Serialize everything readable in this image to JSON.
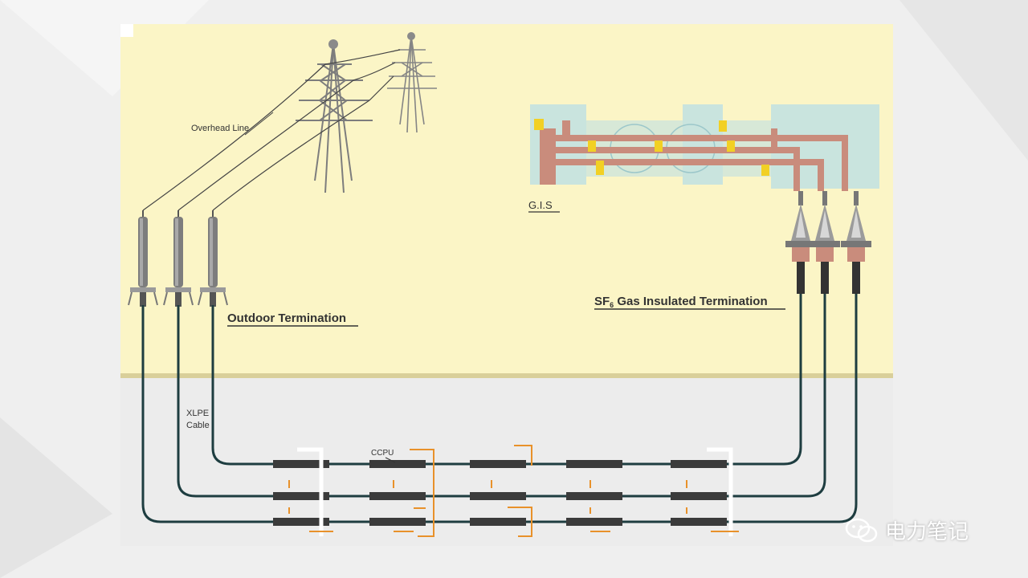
{
  "title": "High-voltage XLPE cable system connecting an overhead line to a G.I.S",
  "labels": {
    "overhead_line": "Overhead Line",
    "gis": "G.I.S",
    "outdoor_termination": "Outdoor Termination",
    "sf6_prefix": "SF",
    "sf6_sub": "6",
    "sf6_rest": " Gas Insulated Termination",
    "xlpe_line1": "XLPE",
    "xlpe_line2": "Cable",
    "ccpu": "CCPU"
  },
  "watermark": {
    "text": "电力笔记",
    "icon": "wechat-icon"
  },
  "colors": {
    "above_ground": "#fbf5c6",
    "below_ground": "#ececec",
    "ground_line": "#d9cf9a",
    "cable": "#1e3d40",
    "ccpu": "#e8912a",
    "gis_bus": "#c98c7c",
    "gis_body": "#bfe0e2",
    "gis_yellow": "#f2d024"
  }
}
